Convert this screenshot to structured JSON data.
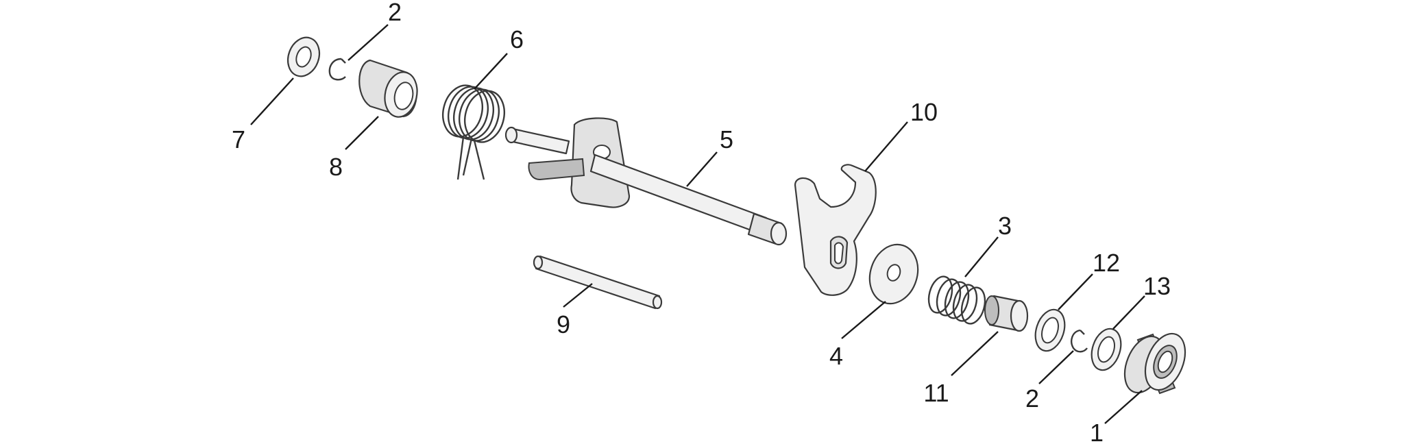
{
  "callouts": [
    {
      "id": "c7",
      "label": "7"
    },
    {
      "id": "c2a",
      "label": "2"
    },
    {
      "id": "c8",
      "label": "8"
    },
    {
      "id": "c6",
      "label": "6"
    },
    {
      "id": "c5",
      "label": "5"
    },
    {
      "id": "c9",
      "label": "9"
    },
    {
      "id": "c10",
      "label": "10"
    },
    {
      "id": "c4",
      "label": "4"
    },
    {
      "id": "c3",
      "label": "3"
    },
    {
      "id": "c11",
      "label": "11"
    },
    {
      "id": "c12",
      "label": "12"
    },
    {
      "id": "c2b",
      "label": "2"
    },
    {
      "id": "c13",
      "label": "13"
    },
    {
      "id": "c1",
      "label": "1"
    }
  ]
}
